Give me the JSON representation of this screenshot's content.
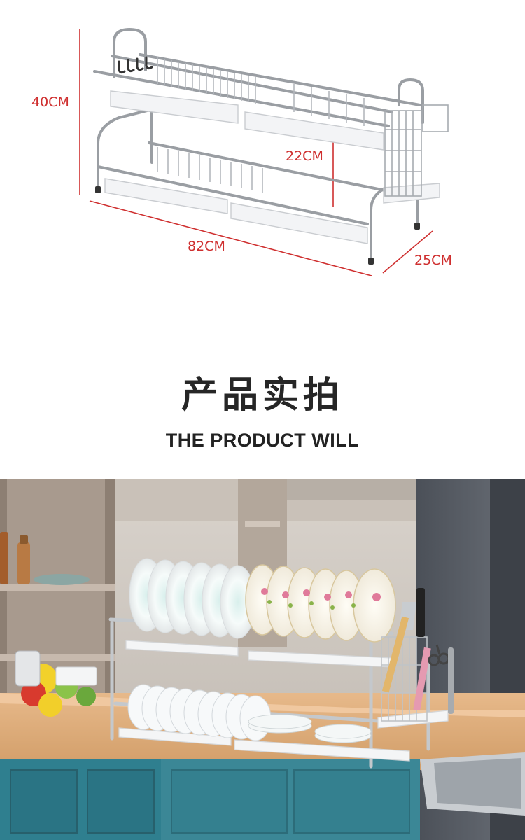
{
  "dimensions": {
    "height": "40CM",
    "tier_gap": "22CM",
    "width": "82CM",
    "depth": "25CM",
    "line_color": "#cf2f2f"
  },
  "heading": {
    "title_cn": "产品实拍",
    "title_en": "THE PRODUCT WILL"
  },
  "icons": {
    "rack_drawing": "dish-rack-line-drawing",
    "photo": "kitchen-dish-rack-photo"
  }
}
